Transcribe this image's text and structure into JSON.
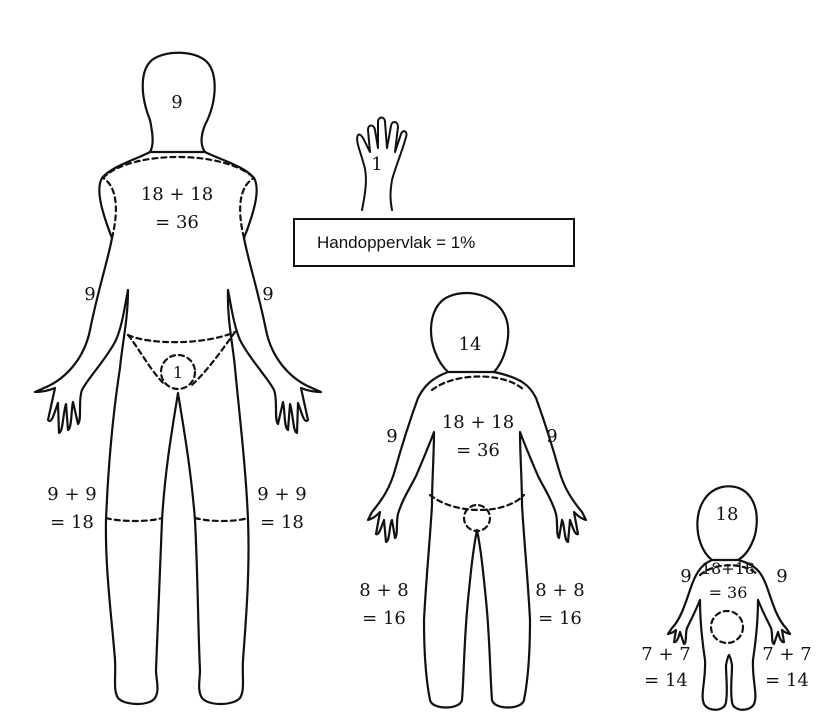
{
  "callout": {
    "text": "Handoppervlak = 1%"
  },
  "hand": {
    "value": "1"
  },
  "adult": {
    "head": "9",
    "trunk_l1": "18 + 18",
    "trunk_l2": "= 36",
    "arm_left": "9",
    "arm_right": "9",
    "groin": "1",
    "leg_left_l1": "9 + 9",
    "leg_left_l2": "= 18",
    "leg_right_l1": "9 + 9",
    "leg_right_l2": "= 18"
  },
  "child": {
    "head": "14",
    "trunk_l1": "18 + 18",
    "trunk_l2": "= 36",
    "arm_left": "9",
    "arm_right": "9",
    "leg_left_l1": "8 + 8",
    "leg_left_l2": "= 16",
    "leg_right_l1": "8 + 8",
    "leg_right_l2": "= 16"
  },
  "infant": {
    "head": "18",
    "trunk_l1": "18+18",
    "trunk_l2": "= 36",
    "arm_left": "9",
    "arm_right": "9",
    "leg_left_l1": "7 + 7",
    "leg_left_l2": "= 14",
    "leg_right_l1": "7 + 7",
    "leg_right_l2": "= 14"
  }
}
